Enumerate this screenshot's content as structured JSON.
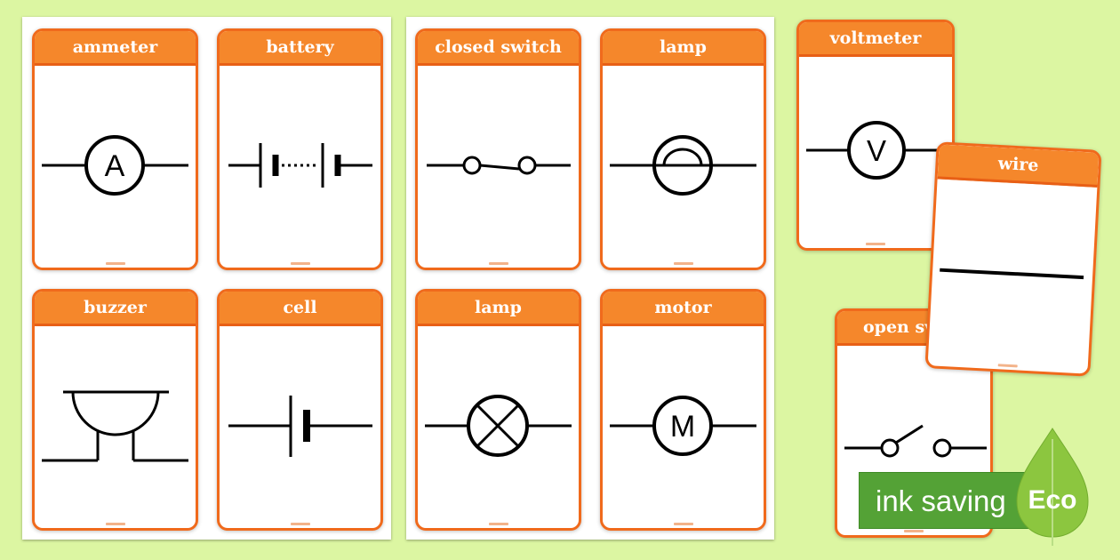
{
  "cards": {
    "ammeter": {
      "title": "ammeter",
      "symbol_letter": "A"
    },
    "battery": {
      "title": "battery"
    },
    "buzzer": {
      "title": "buzzer"
    },
    "cell": {
      "title": "cell"
    },
    "closed_switch": {
      "title": "closed switch"
    },
    "lamp_1": {
      "title": "lamp"
    },
    "lamp_2": {
      "title": "lamp"
    },
    "motor": {
      "title": "motor",
      "symbol_letter": "M"
    },
    "voltmeter": {
      "title": "voltmeter",
      "symbol_letter": "V"
    },
    "wire": {
      "title": "wire"
    },
    "open_switch": {
      "title": "open sw"
    }
  },
  "badge": {
    "label": "ink saving",
    "leaf_text": "Eco"
  },
  "colors": {
    "background": "#dcf6a2",
    "card_border": "#f06a1c",
    "card_header": "#f5872b",
    "eco_green": "#54a236"
  }
}
